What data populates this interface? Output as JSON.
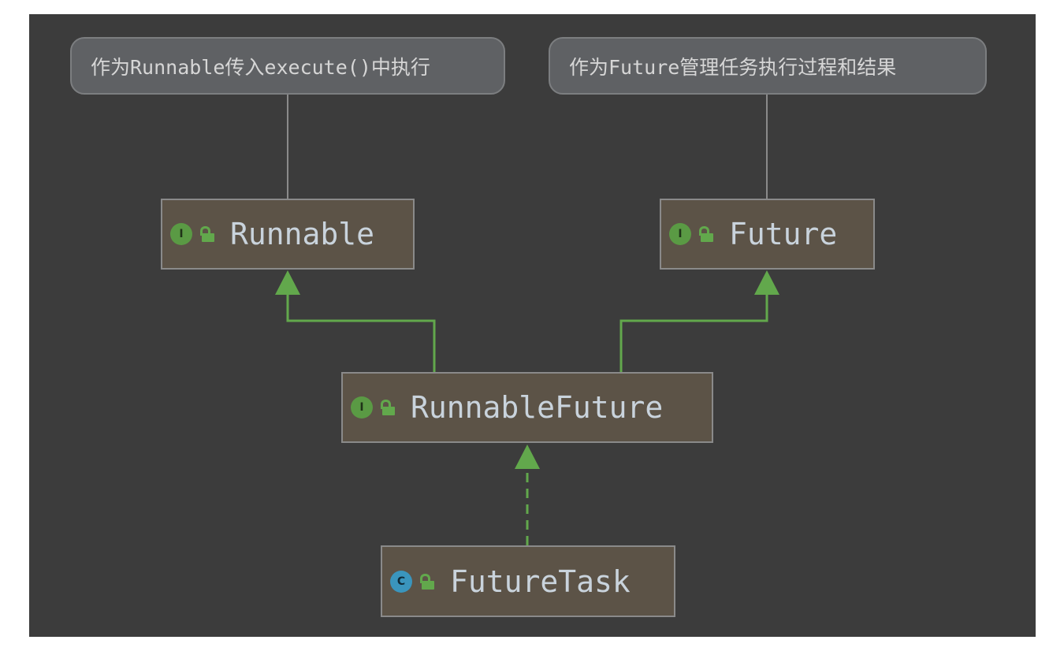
{
  "notes": {
    "runnable_note": "作为Runnable传入execute()中执行",
    "future_note": "作为Future管理任务执行过程和结果"
  },
  "nodes": {
    "runnable": {
      "label": "Runnable",
      "kind_glyph": "I",
      "kind": "interface"
    },
    "future": {
      "label": "Future",
      "kind_glyph": "I",
      "kind": "interface"
    },
    "runnable_future": {
      "label": "RunnableFuture",
      "kind_glyph": "I",
      "kind": "interface"
    },
    "future_task": {
      "label": "FutureTask",
      "kind_glyph": "C",
      "kind": "class"
    }
  },
  "icons": {
    "interface": "interface-icon",
    "class": "class-icon",
    "visibility": "open-lock-icon"
  },
  "colors": {
    "background": "#3c3c3c",
    "node_fill": "#5c5347",
    "note_fill": "#5f6164",
    "edge_green": "#62a84c",
    "interface_badge": "#5a9a44",
    "class_badge": "#3a95bd",
    "connector_gray": "#8a8a8a"
  },
  "edges": [
    {
      "from": "runnable_future",
      "to": "runnable",
      "type": "extends"
    },
    {
      "from": "runnable_future",
      "to": "future",
      "type": "extends"
    },
    {
      "from": "future_task",
      "to": "runnable_future",
      "type": "implements"
    }
  ]
}
